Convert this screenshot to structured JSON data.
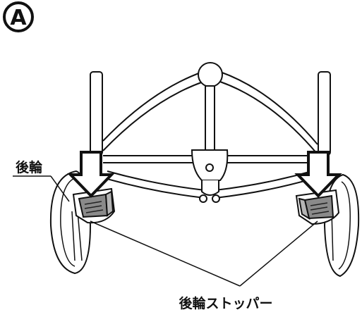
{
  "figure": {
    "badge": "A",
    "labels": {
      "rear_wheel": "後輪",
      "rear_wheel_stopper": "後輪ストッパー"
    }
  }
}
